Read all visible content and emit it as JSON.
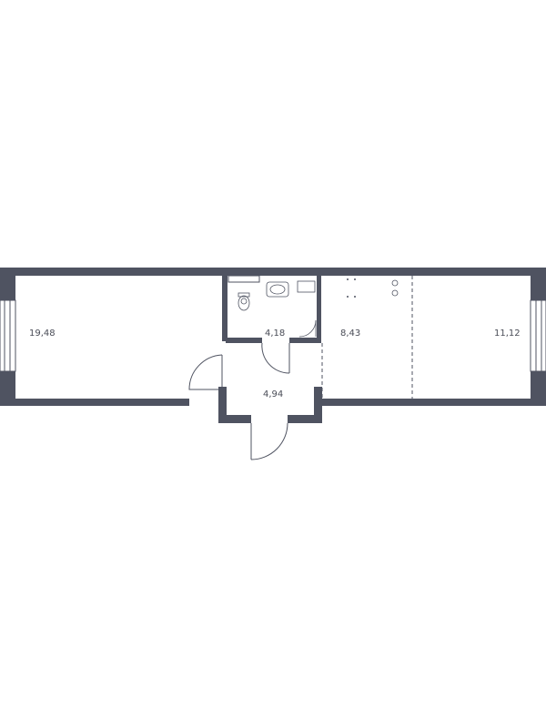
{
  "floor_plan": {
    "rooms": [
      {
        "id": "living-room",
        "area": "19,48"
      },
      {
        "id": "bathroom",
        "area": "4,18"
      },
      {
        "id": "kitchen",
        "area": "8,43"
      },
      {
        "id": "bedroom",
        "area": "11,12"
      },
      {
        "id": "hallway",
        "area": "4,94"
      }
    ]
  },
  "colors": {
    "wall": "#4f5361",
    "label": "#4a4d57",
    "background": "#ffffff"
  }
}
